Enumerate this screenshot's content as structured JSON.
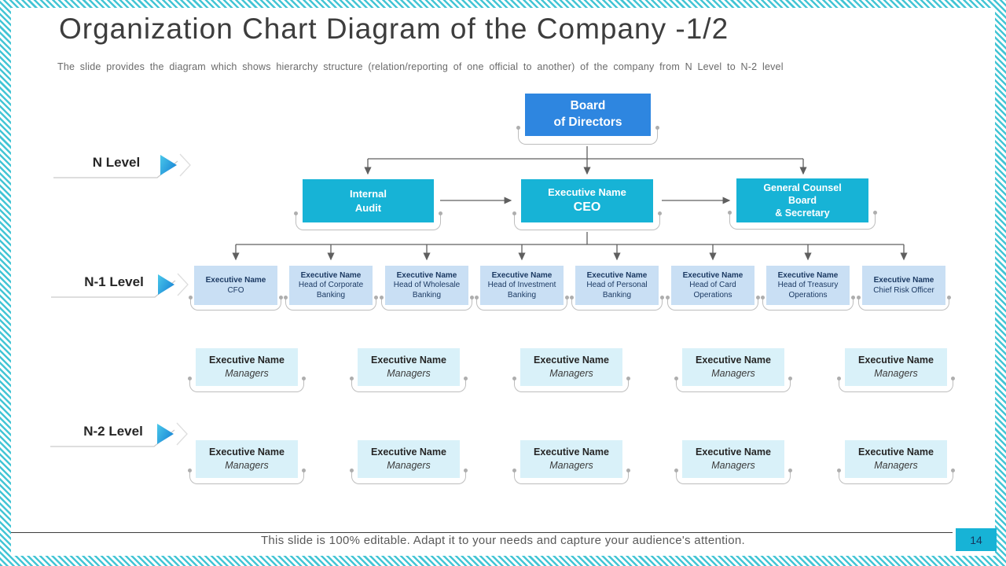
{
  "slide": {
    "title": "Organization Chart Diagram of the Company -1/2",
    "subtitle": "The slide provides the diagram which shows hierarchy structure (relation/reporting of one official to another) of the company from N Level to N-2 level",
    "footer_note": "This slide is 100% editable. Adapt it to your needs and capture your audience's attention.",
    "page_number": "14"
  },
  "levels": {
    "n": "N Level",
    "n1": "N-1 Level",
    "n2": "N-2 Level"
  },
  "chart": {
    "root": {
      "line1": "Board",
      "line2": "of Directors"
    },
    "internal_audit": {
      "line1": "Internal",
      "line2": "Audit"
    },
    "ceo": {
      "line1": "Executive Name",
      "line2": "CEO"
    },
    "general_counsel": {
      "line1": "General Counsel",
      "line2": "Board",
      "line3": "& Secretary"
    },
    "n1_nodes": [
      {
        "name": "Executive Name",
        "role": "CFO"
      },
      {
        "name": "Executive Name",
        "role": "Head of Corporate Banking"
      },
      {
        "name": "Executive Name",
        "role": "Head of Wholesale Banking"
      },
      {
        "name": "Executive Name",
        "role": "Head of Investment Banking"
      },
      {
        "name": "Executive Name",
        "role": "Head of Personal Banking"
      },
      {
        "name": "Executive Name",
        "role": "Head of Card Operations"
      },
      {
        "name": "Executive Name",
        "role": "Head of Treasury Operations"
      },
      {
        "name": "Executive Name",
        "role": "Chief Risk Officer"
      }
    ],
    "managers_row1": [
      {
        "name": "Executive Name",
        "role": "Managers"
      },
      {
        "name": "Executive Name",
        "role": "Managers"
      },
      {
        "name": "Executive Name",
        "role": "Managers"
      },
      {
        "name": "Executive Name",
        "role": "Managers"
      },
      {
        "name": "Executive Name",
        "role": "Managers"
      }
    ],
    "managers_row2": [
      {
        "name": "Executive Name",
        "role": "Managers"
      },
      {
        "name": "Executive Name",
        "role": "Managers"
      },
      {
        "name": "Executive Name",
        "role": "Managers"
      },
      {
        "name": "Executive Name",
        "role": "Managers"
      },
      {
        "name": "Executive Name",
        "role": "Managers"
      }
    ]
  },
  "colors": {
    "board_blue": "#2E86E0",
    "cyan": "#17B3D6",
    "light_blue": "#C9DFF4",
    "light_cyan": "#D9F1F9",
    "stripe_teal": "#43C5D5",
    "connector_gray": "#5F5F5F",
    "navy_text": "#1C3A63"
  }
}
